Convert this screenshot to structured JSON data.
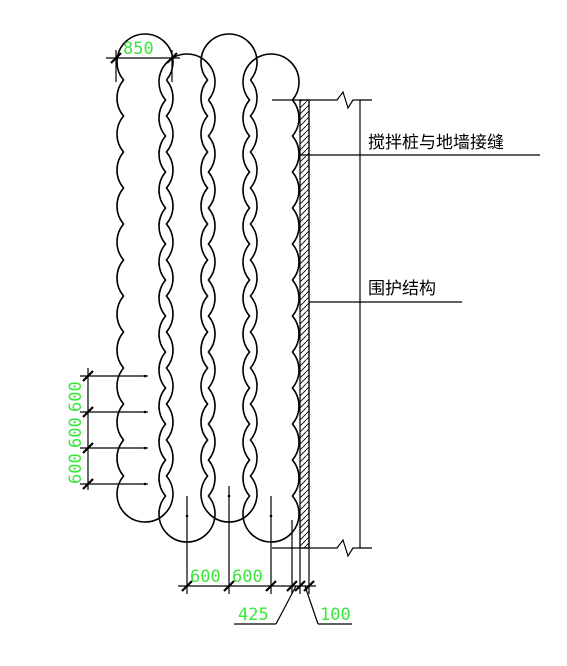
{
  "diagram": {
    "dimensions": {
      "pile_diameter": "850",
      "spacing_left_1": "600",
      "spacing_left_2": "600",
      "spacing_left_3": "600",
      "spacing_bottom_1": "600",
      "spacing_bottom_2": "600",
      "offset_bottom": "425",
      "wall_thickness": "100"
    },
    "labels": {
      "joint": "搅拌桩与地墙接缝",
      "retaining": "围护结构"
    },
    "colors": {
      "dimension_text": "#39e639",
      "lines": "#000000"
    }
  }
}
